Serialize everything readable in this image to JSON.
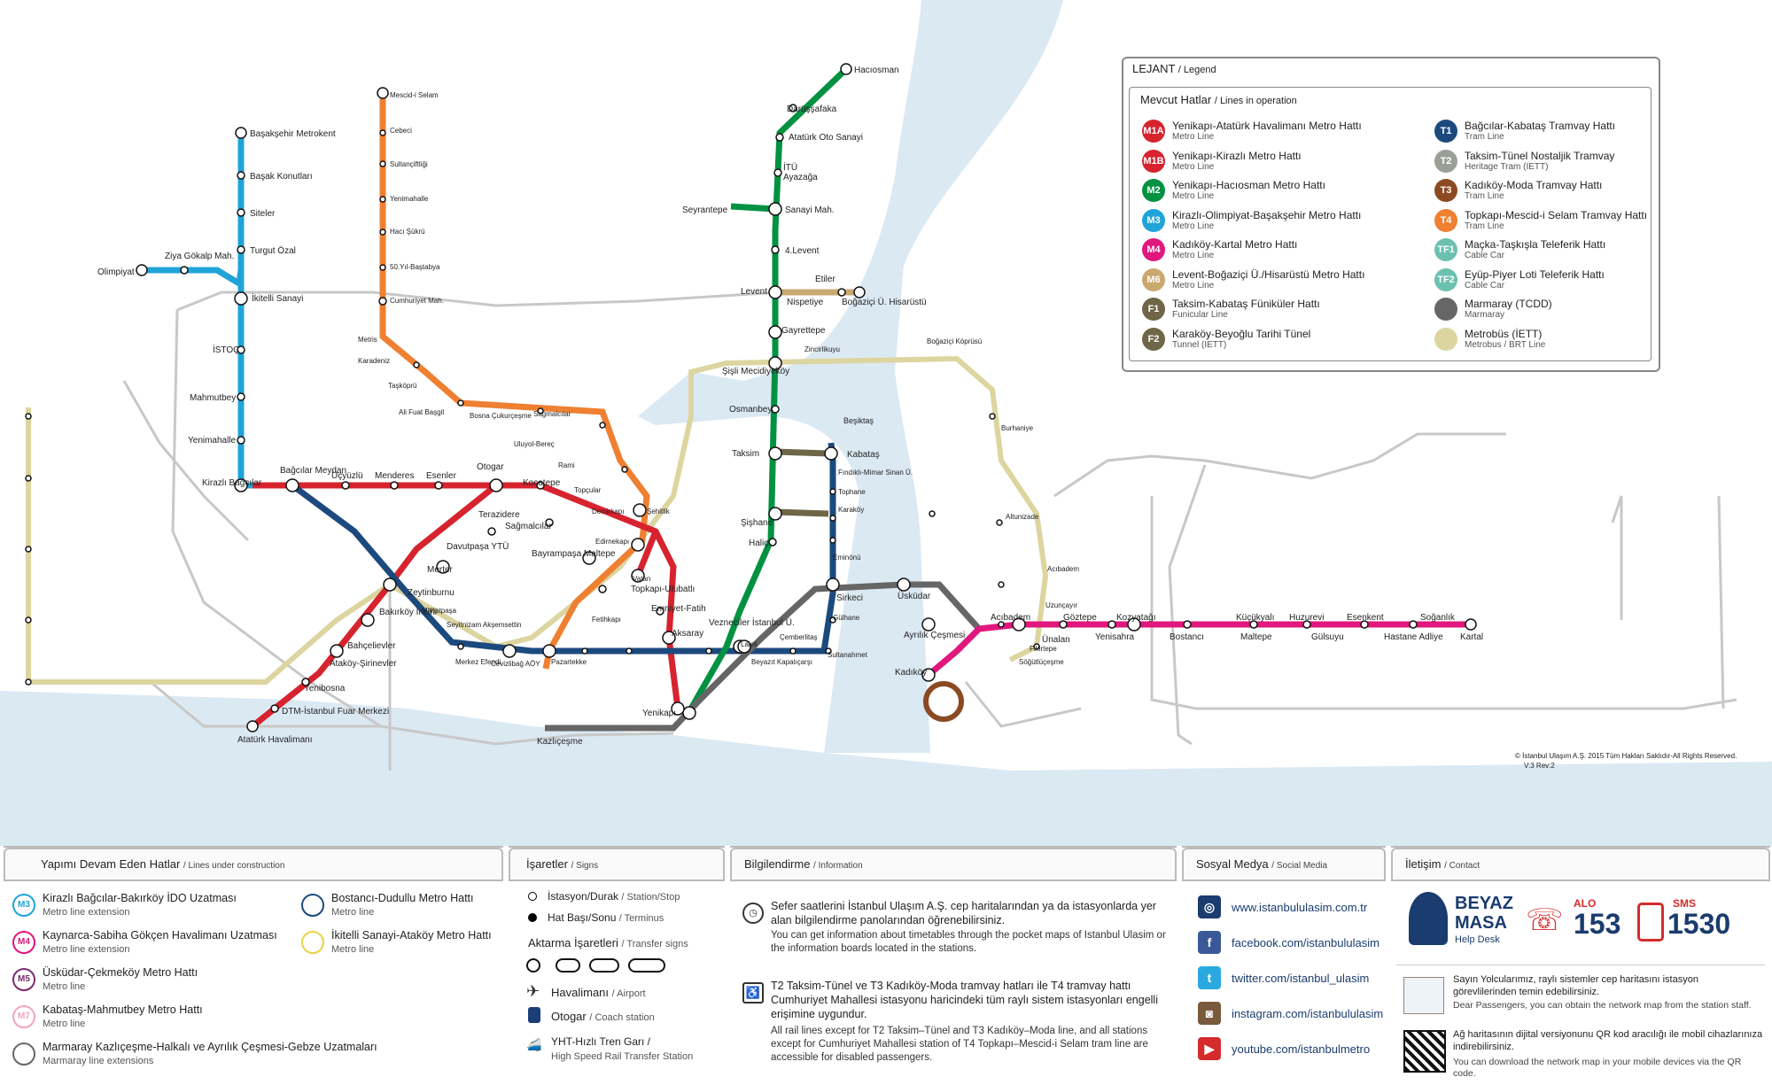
{
  "colors": {
    "m1a": "#d7232e",
    "m2": "#009241",
    "m3": "#20a4d8",
    "m4": "#e0177c",
    "m6": "#c9a970",
    "t1": "#1c4a7e",
    "t4": "#ef8032",
    "marmaray": "#666666",
    "metrobus": "#ddd5a0",
    "t3": "#8b4a22",
    "f": "#6e6647",
    "water": "#dbe9f3",
    "grey": "#c8c8c8"
  },
  "legend": {
    "title": "LEJANT",
    "title_en": "/ Legend",
    "subtitle": "Mevcut Hatlar",
    "subtitle_en": "/ Lines in operation",
    "items": [
      {
        "badge": "M1A",
        "color": "#d7232e",
        "name": "Yenikapı-Atatürk Havalimanı Metro Hattı",
        "type": "Metro Line"
      },
      {
        "badge": "M1B",
        "color": "#d7232e",
        "name": "Yenikapı-Kirazlı Metro Hattı",
        "type": "Metro Line"
      },
      {
        "badge": "M2",
        "color": "#009241",
        "name": "Yenikapı-Hacıosman Metro Hattı",
        "type": "Metro Line"
      },
      {
        "badge": "M3",
        "color": "#20a4d8",
        "name": "Kirazlı-Olimpiyat-Başakşehir Metro Hattı",
        "type": "Metro Line"
      },
      {
        "badge": "M4",
        "color": "#e0177c",
        "name": "Kadıköy-Kartal Metro Hattı",
        "type": "Metro Line"
      },
      {
        "badge": "M6",
        "color": "#c9a970",
        "name": "Levent-Boğaziçi Ü./Hisarüstü Metro Hattı",
        "type": "Metro Line"
      },
      {
        "badge": "F1",
        "color": "#6e6647",
        "name": "Taksim-Kabataş Füniküler Hattı",
        "type": "Funicular Line"
      },
      {
        "badge": "F2",
        "color": "#6e6647",
        "name": "Karaköy-Beyoğlu Tarihi Tünel",
        "type": "Tunnel (IETT)"
      },
      {
        "badge": "T1",
        "color": "#1c4a7e",
        "name": "Bağcılar-Kabataş Tramvay Hattı",
        "type": "Tram Line"
      },
      {
        "badge": "T2",
        "color": "#9aa097",
        "name": "Taksim-Tünel Nostaljik Tramvay",
        "type": "Heritage Tram (IETT)"
      },
      {
        "badge": "T3",
        "color": "#8b4a22",
        "name": "Kadıköy-Moda Tramvay Hattı",
        "type": "Tram Line"
      },
      {
        "badge": "T4",
        "color": "#ef8032",
        "name": "Topkapı-Mescid-i Selam Tramvay Hattı",
        "type": "Tram Line"
      },
      {
        "badge": "TF1",
        "color": "#6cc0b0",
        "name": "Maçka-Taşkışla Teleferik Hattı",
        "type": "Cable Car"
      },
      {
        "badge": "TF2",
        "color": "#6cc0b0",
        "name": "Eyüp-Piyer Loti Teleferik Hattı",
        "type": "Cable Car"
      },
      {
        "badge": "",
        "color": "#666666",
        "name": "Marmaray (TCDD)",
        "type": "Marmaray"
      },
      {
        "badge": "",
        "color": "#ddd5a0",
        "name": "Metrobüs (İETT)",
        "type": "Metrobus / BRT Line"
      }
    ]
  },
  "map_labels": {
    "hacıosman": "Hacıosman",
    "darüşşafaka": "Darüşşafaka",
    "ato_sanayi": "Atatürk Oto Sanayi",
    "itu": "İTÜ",
    "ayazaga": "Ayazağa",
    "seyrantepe": "Seyrantepe",
    "sanayi_mah": "Sanayi Mah.",
    "levent4": "4.Levent",
    "levent": "Levent",
    "nispetiye": "Nispetiye",
    "etiler": "Etiler",
    "bogazici": "Boğaziçi Ü. Hisarüstü",
    "gayrettepe": "Gayrettepe",
    "sisli": "Şişli Mecidiyeköy",
    "osmanbey": "Osmanbey",
    "taksim": "Taksim",
    "sishane": "Şişhane",
    "halic": "Haliç",
    "vezneciler": "Vezneciler İstanbul Ü.",
    "yenikapi": "Yenikapı",
    "kabatas": "Kabataş",
    "sirkeci": "Sirkeci",
    "uskudar": "Üsküdar",
    "ayrilik": "Ayrılık Çeşmesi",
    "kadikoy": "Kadıköy",
    "acibadem": "Acıbadem",
    "unalan": "Ünalan",
    "goztepe": "Göztepe",
    "yenisahra": "Yenisahra",
    "kozyatagi": "Kozyatağı",
    "bostanci": "Bostancı",
    "kucukyali": "Küçükyalı",
    "maltepe": "Maltepe",
    "huzurevi": "Huzurevi",
    "gulsuyu": "Gülsuyu",
    "esenkent": "Esenkent",
    "hastane": "Hastane Adliye",
    "soganlik": "Soğanlık",
    "kartal": "Kartal",
    "basaksehir": "Başakşehir Metrokent",
    "basak_konut": "Başak Konutları",
    "siteler": "Siteler",
    "turgut": "Turgut Özal",
    "ikitelli": "İkitelli Sanayi",
    "istoc": "İSTOÇ",
    "mahmutbey": "Mahmutbey",
    "yenimahalle": "Yenimahalle",
    "kirazli": "Kirazlı Bağcılar",
    "olimpiyat": "Olimpiyat",
    "ziya": "Ziya Gökalp Mah.",
    "bagcilar_meydan": "Bağcılar Meydan",
    "ucyuzlu": "Üçyüzlü",
    "menderes": "Menderes",
    "esenler": "Esenler",
    "otogar": "Otogar",
    "kocatepe": "Kocatepe",
    "terazidere": "Terazidere",
    "sagmalcilar": "Sağmalcılar",
    "davutpasa": "Davutpaşa YTÜ",
    "bayrampasa": "Bayrampaşa Maltepe",
    "merter": "Merter",
    "zeytinburnu": "Zeytinburnu",
    "bakirkoy_incirli": "Bakırköy İncirli",
    "bahcelievler": "Bahçelievler",
    "atakoy_sirinevler": "Ataköy-Şirinevler",
    "yenibosna": "Yenibosna",
    "dtm": "DTM-İstanbul Fuar Merkezi",
    "ataturk_hava": "Atatürk Havalimanı",
    "topkapi": "Topkapı-Ulubatlı",
    "emniyet": "Emniyet-Fatih",
    "aksaray": "Aksaray",
    "kazlicesme": "Kazlıçeşme",
    "mescid": "Mescid-i Selam",
    "cebeci": "Cebeci",
    "sultanciftligi": "Sultançiftliği",
    "yenimahalle_t4": "Yenimahalle",
    "haci_sukru": "Hacı Şükrü",
    "yil50": "50.Yıl-Baştabya",
    "cumhuriyet": "Cumhuriyet Mah.",
    "metris": "Metris",
    "karadeniz": "Karadeniz",
    "taskopru": "Taşköprü",
    "ali_fuat": "Ali Fuat Başgil",
    "bosna": "Bosna Çukurçeşme",
    "sagmalcilar_t4": "Sağmalcılar",
    "uluyol": "Uluyol-Bereç",
    "rami": "Rami",
    "topcular": "Topçular",
    "demirkapi": "Demirkapı",
    "edirnekapi": "Edirnekapı",
    "sehitlik": "Şehitlik",
    "vatan": "Vatan",
    "fetihkapi": "Fetihkapı",
    "pazartekke": "Pazartekke",
    "cevizlibag": "Cevizlibağ AÖY",
    "merkez_efendi": "Merkez Efendi",
    "seyitnizam": "Seyitnizam Akşemsettin",
    "mithatpasa": "Mithatpaşa",
    "laleli": "Laleli",
    "beyazit": "Beyazıt Kapalıçarşı",
    "cemberlitas": "Çemberlitaş",
    "sultanahmet": "Sultanahmet",
    "gulhane": "Gülhane",
    "eminonu": "Eminönü",
    "karakoy": "Karaköy",
    "tophane": "Tophane",
    "findikli": "Fındıklı-Mimar Sinan Ü.",
    "besiktas": "Beşiktaş",
    "zincirlikuyu": "Zincirlikuyu",
    "bogazici_koprusu": "Boğaziçi Köprüsü",
    "burhaniye": "Burhaniye",
    "altunizade": "Altunizade",
    "acibadem_mb": "Acıbadem",
    "uzuncayir": "Uzunçayır",
    "fikirtepe": "Fikirtepe",
    "sogutlucesme": "Söğütlüçeşme",
    "copyright": "© İstanbul Ulaşım A.Ş. 2015 Tüm Hakları Saklıdır-All Rights Reserved.",
    "version": "V:3 Rev:2"
  },
  "construction": {
    "header": "Yapımı Devam Eden Hatlar",
    "header_en": "/ Lines under construction",
    "items": [
      {
        "badge": "M3",
        "color": "#20a4d8",
        "name": "Kirazlı Bağcılar-Bakırköy İDO Uzatması",
        "type": "Metro line extension"
      },
      {
        "badge": "M4",
        "color": "#e0177c",
        "name": "Kaynarca-Sabiha Gökçen Havalimanı Uzatması",
        "type": "Metro line extension"
      },
      {
        "badge": "M5",
        "color": "#7b2c6c",
        "name": "Üsküdar-Çekmeköy Metro Hattı",
        "type": "Metro line"
      },
      {
        "badge": "M7",
        "color": "#f2a4c4",
        "name": "Kabataş-Mahmutbey Metro Hattı",
        "type": "Metro line"
      },
      {
        "badge": "",
        "color": "#666666",
        "name": "Marmaray Kazlıçeşme-Halkalı ve Ayrılık Çeşmesi-Gebze Uzatmaları",
        "type": "Marmaray line extensions"
      },
      {
        "badge": "",
        "color": "#1c4a7e",
        "name": "Bostancı-Dudullu Metro Hattı",
        "type": "Metro line"
      },
      {
        "badge": "",
        "color": "#e7d34a",
        "name": "İkitelli Sanayi-Ataköy Metro Hattı",
        "type": "Metro line"
      }
    ]
  },
  "signs": {
    "header": "İşaretler",
    "header_en": "/ Signs",
    "station": "İstasyon/Durak",
    "station_en": "/ Station/Stop",
    "terminus": "Hat Başı/Sonu",
    "terminus_en": "/ Terminus",
    "transfer": "Aktarma İşaretleri",
    "transfer_en": "/ Transfer signs",
    "airport": "Havalimanı",
    "airport_en": "/ Airport",
    "coach": "Otogar",
    "coach_en": "/ Coach station",
    "yht": "YHT-Hızlı Tren Garı /",
    "yht_en": "High Speed Rail Transfer Station"
  },
  "information": {
    "header": "Bilgilendirme",
    "header_en": "/ Information",
    "p1_tr": "Sefer saatlerini İstanbul Ulaşım A.Ş. cep haritalarından ya da istasyonlarda yer alan bilgilendirme panolarından öğrenebilirsiniz.",
    "p1_en": "You can get information about timetables through the pocket maps of Istanbul Ulasim or the information boards located in the stations.",
    "p2_tr": "T2 Taksim-Tünel ve T3 Kadıköy-Moda tramvay hatları ile T4 tramvay hattı Cumhuriyet Mahallesi istasyonu haricindeki tüm raylı sistem istasyonları engelli erişimine uygundur.",
    "p2_en": "All rail lines except for T2 Taksim–Tünel and T3 Kadıköy–Moda line, and all stations except for Cumhuriyet Mahallesi station of T4 Topkapı–Mescid-i Selam tram line are accessible for disabled passengers."
  },
  "social": {
    "header": "Sosyal Medya",
    "header_en": "/ Social Media",
    "items": [
      {
        "icon": "www",
        "color": "#1a3c6e",
        "text": "www.istanbululasim.com.tr"
      },
      {
        "icon": "f",
        "color": "#3b5998",
        "text": "facebook.com/istanbululasim"
      },
      {
        "icon": "t",
        "color": "#2aa9e0",
        "text": "twitter.com/istanbul_ulasim"
      },
      {
        "icon": "ig",
        "color": "#7a5a3c",
        "text": "instagram.com/istanbululasim"
      },
      {
        "icon": "yt",
        "color": "#d62b2b",
        "text": "youtube.com/istanbulmetro"
      }
    ]
  },
  "contact": {
    "header": "İletişim",
    "header_en": "/ Contact",
    "beyaz": "BEYAZ",
    "masa": "MASA",
    "helpdesk": "Help Desk",
    "alo_label": "ALO",
    "alo_num": "153",
    "sms_label": "SMS",
    "sms_num": "1530",
    "note1_tr": "Sayın Yolcularımız, raylı sistemler cep haritasını istasyon görevlilerinden temin edebilirsiniz.",
    "note1_en": "Dear Passengers, you can obtain the network map from the station staff.",
    "note2_tr": "Ağ haritasının dijital versiyonunu QR kod aracılığı ile mobil cihazlarınıza indirebilirsiniz.",
    "note2_en": "You can download the network map in your mobile devices via the QR code."
  }
}
